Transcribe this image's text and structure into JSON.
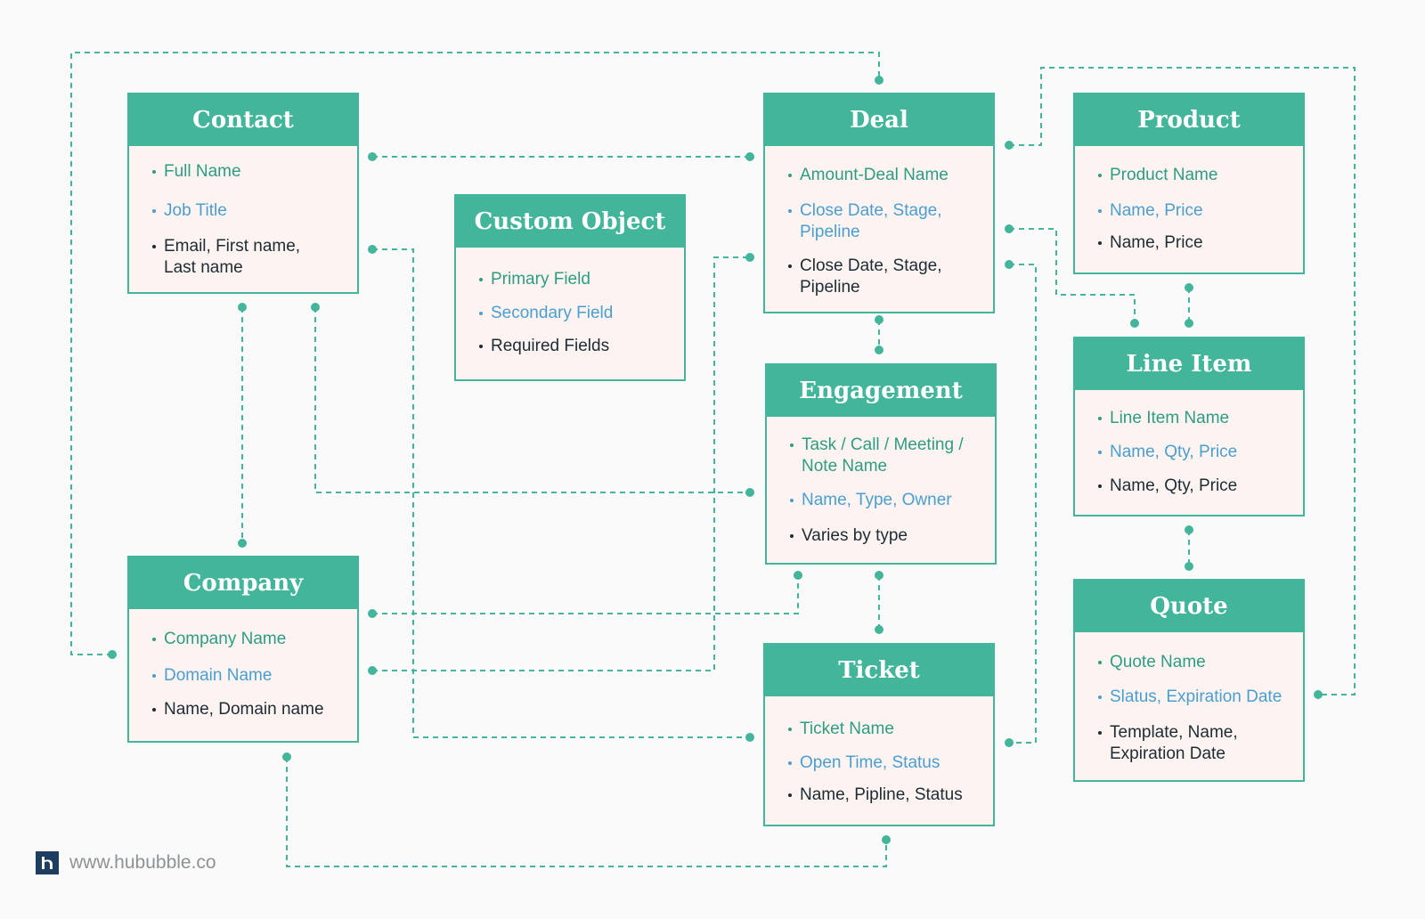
{
  "colors": {
    "accent": "#43b59b",
    "box_background": "#fdf4f2",
    "primary_field": "#2e9c82",
    "secondary_field": "#4a9ed0",
    "required_field": "#1d2b34"
  },
  "objects": {
    "contact": {
      "title": "Contact",
      "primary": "Full Name",
      "secondary": "Job Title",
      "required": "Email, First name, Last name"
    },
    "custom_object": {
      "title": "Custom Object",
      "primary": "Primary Field",
      "secondary": "Secondary Field",
      "required": "Required Fields"
    },
    "deal": {
      "title": "Deal",
      "primary": "Amount-Deal Name",
      "secondary": "Close Date, Stage, Pipeline",
      "required": "Close Date, Stage, Pipeline"
    },
    "product": {
      "title": "Product",
      "primary": "Product Name",
      "secondary": "Name, Price",
      "required": "Name, Price"
    },
    "line_item": {
      "title": "Line Item",
      "primary": "Line Item Name",
      "secondary": "Name, Qty, Price",
      "required": "Name, Qty, Price"
    },
    "engagement": {
      "title": "Engagement",
      "primary": "Task / Call / Meeting / Note Name",
      "secondary": "Name, Type, Owner",
      "required": "Varies by type"
    },
    "company": {
      "title": "Company",
      "primary": "Company Name",
      "secondary": "Domain Name",
      "required": "Name, Domain name"
    },
    "ticket": {
      "title": "Ticket",
      "primary": "Ticket Name",
      "secondary": "Open Time, Status",
      "required": "Name, Pipline, Status"
    },
    "quote": {
      "title": "Quote",
      "primary": "Quote Name",
      "secondary": "Slatus, Expiration Date",
      "required": "Template, Name, Expiration Date"
    }
  },
  "footer": {
    "logo_icon": "hububble-logo-icon",
    "url": "www.hububble.co"
  }
}
